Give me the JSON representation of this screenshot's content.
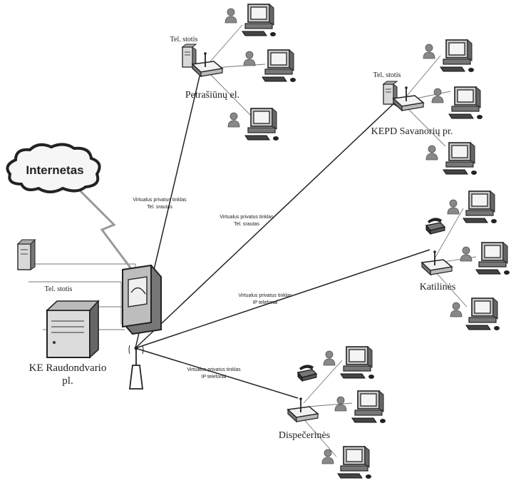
{
  "cloud": {
    "label": "Internetas"
  },
  "hub": {
    "server_label": "Tel. stotis",
    "site_label": "KE Raudondvario pl."
  },
  "links": {
    "petrasiunu": {
      "line1": "Virtualus privatus tinklas",
      "line2": "Tel. srautas"
    },
    "kepd": {
      "line1": "Virtualus privatus tinklas",
      "line2": "Tel. srautas"
    },
    "katilines": {
      "line1": "Virtualus privatus tinklas",
      "line2": "IP telefonai"
    },
    "dispecerines": {
      "line1": "Virtualus privatus tinklas",
      "line2": "IP telefonai"
    }
  },
  "sites": {
    "petrasiunu": {
      "server_label": "Tel. stotis",
      "site_label": "Petrašiūnų el."
    },
    "kepd": {
      "server_label": "Tel. stotis",
      "site_label": "KEPD Savanorių pr."
    },
    "katilines": {
      "site_label": "Katilinės"
    },
    "dispecerines": {
      "site_label": "Dispečerinės"
    }
  }
}
